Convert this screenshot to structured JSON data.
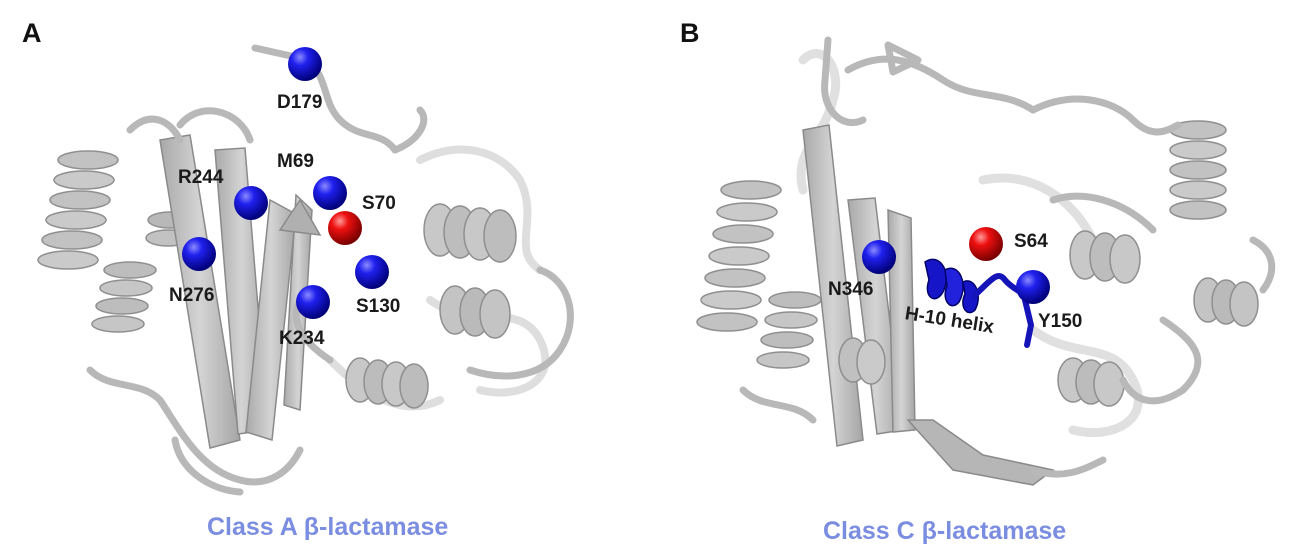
{
  "colors": {
    "ribbon": "#c4c4c4",
    "ribbon_dark": "#9c9c9c",
    "residue_blue": "#1010dd",
    "residue_red": "#e00000",
    "helix_blue": "#1a1ad0",
    "caption": "#7b8de0"
  },
  "panel_a": {
    "letter": "A",
    "caption": "Class A β-lactamase",
    "residues": [
      {
        "label": "D179",
        "color": "blue"
      },
      {
        "label": "M69",
        "color": "blue"
      },
      {
        "label": "R244",
        "color": "blue"
      },
      {
        "label": "S70",
        "color": "red"
      },
      {
        "label": "N276",
        "color": "blue"
      },
      {
        "label": "S130",
        "color": "blue"
      },
      {
        "label": "K234",
        "color": "blue"
      }
    ]
  },
  "panel_b": {
    "letter": "B",
    "caption": "Class C β-lactamase",
    "helix_label": "H-10 helix",
    "residues": [
      {
        "label": "S64",
        "color": "red"
      },
      {
        "label": "N346",
        "color": "blue"
      },
      {
        "label": "Y150",
        "color": "blue"
      }
    ]
  }
}
